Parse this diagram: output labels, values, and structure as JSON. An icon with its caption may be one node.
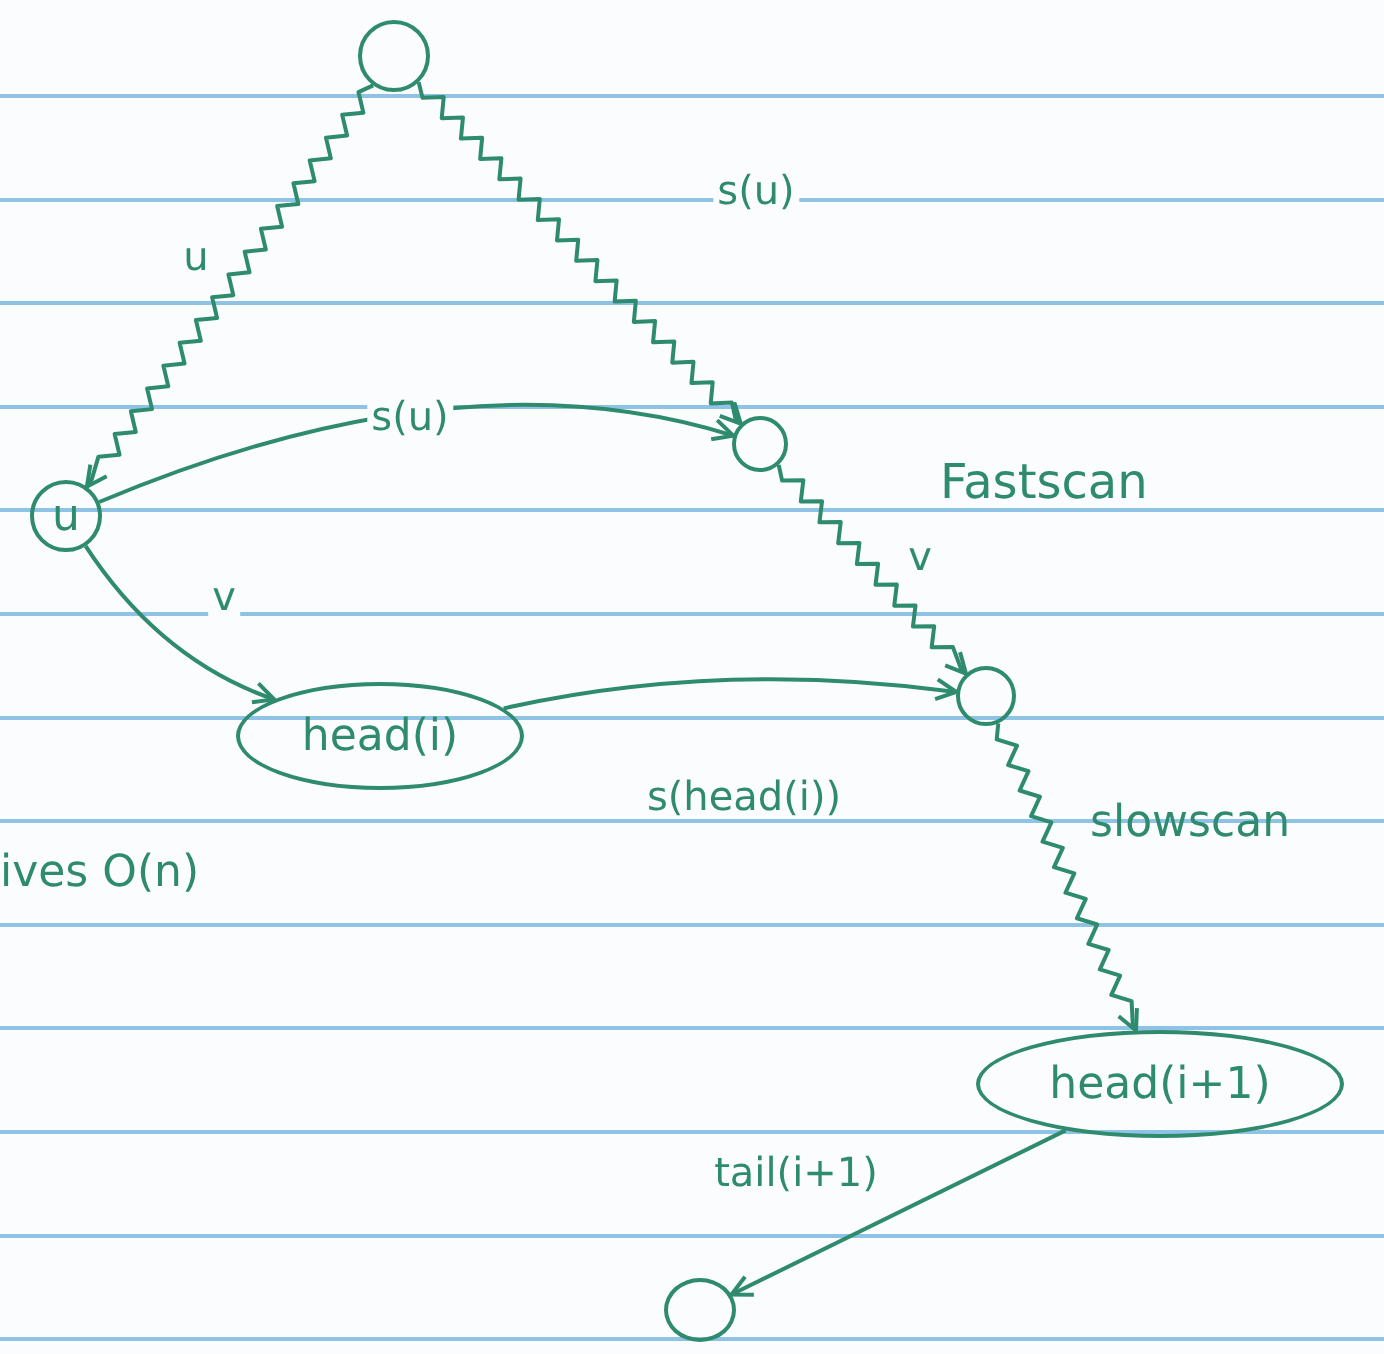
{
  "diagram": {
    "nodes": [
      {
        "text": [],
        "shape": "circle"
      },
      {
        "text": [
          "u"
        ]
      },
      {
        "text": [],
        "shape": "circle"
      },
      {
        "text": [
          "head(i)"
        ]
      },
      {
        "text": [],
        "shape": "circle"
      },
      {
        "text": [
          "head(i+1)"
        ]
      },
      {
        "text": [],
        "shape": "circle"
      }
    ],
    "edges": [
      {
        "from": 0,
        "to": 1,
        "arrow": "to",
        "label": "u"
      },
      {
        "from": 0,
        "to": 2,
        "arrow": "to",
        "label": "s(u)"
      },
      {
        "from": 1,
        "to": 2,
        "arrow": "to",
        "label": "s(u)"
      },
      {
        "from": 1,
        "to": 3,
        "arrow": "to",
        "label": "v"
      },
      {
        "from": 2,
        "to": 4,
        "arrow": "to",
        "label": "v"
      },
      {
        "from": 3,
        "to": 4,
        "arrow": "to",
        "label": "s(head(i))"
      },
      {
        "from": 4,
        "to": 5,
        "arrow": "to"
      },
      {
        "from": 5,
        "to": 6,
        "arrow": "to",
        "label": "tail(i+1)"
      }
    ],
    "labels": [
      "Fastscan",
      "slowscan",
      "ives O(n)"
    ]
  }
}
